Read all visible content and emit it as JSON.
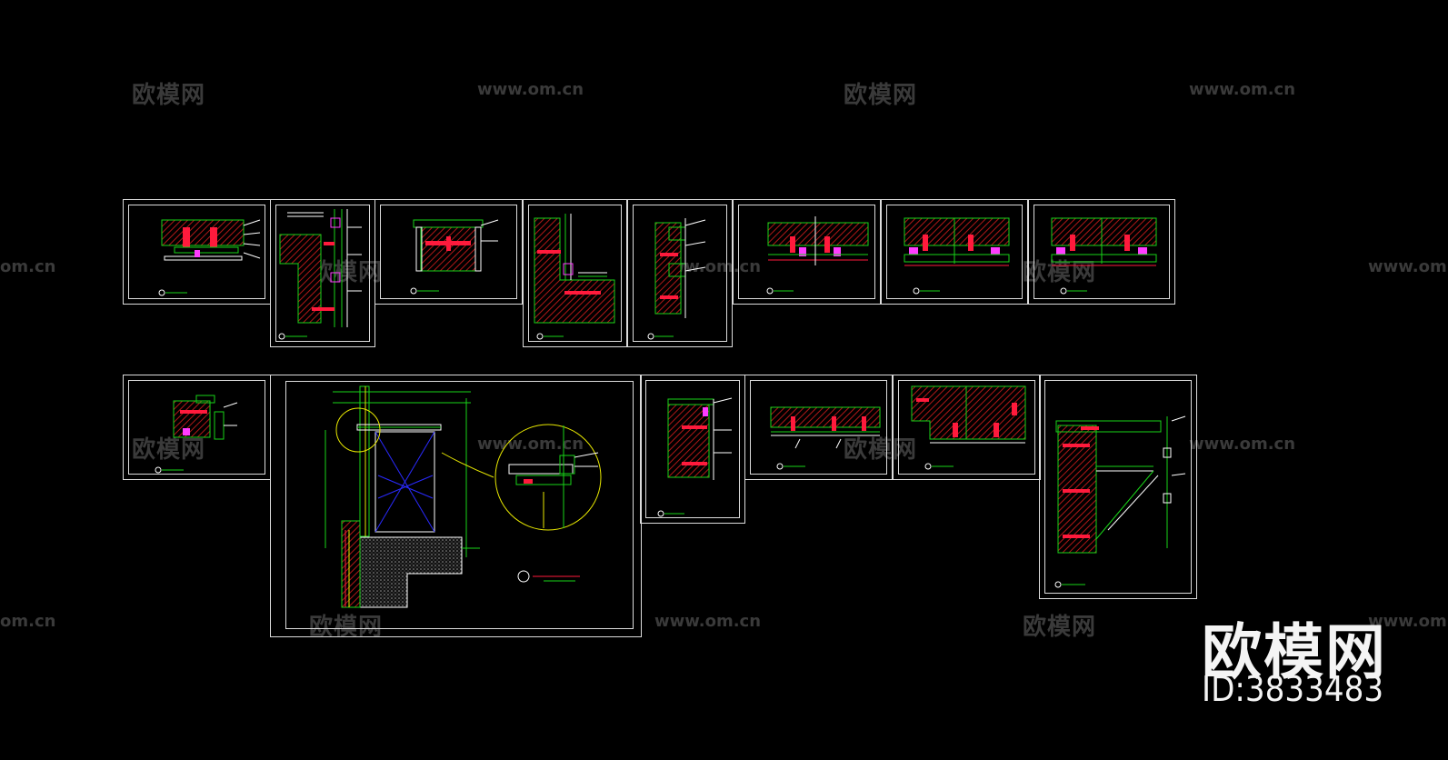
{
  "watermark": {
    "brand": "欧模网",
    "url": "www.om.cn",
    "url_fragment": "om.cn"
  },
  "brand_logo": {
    "name": "欧模网",
    "id_label": "ID:3833483"
  },
  "colors": {
    "background": "#000000",
    "frame": "#dcdcdc",
    "green": "#19d319",
    "red": "#ff1a3c",
    "hatch": "#b01818",
    "blue": "#2a2aff",
    "magenta": "#ff3cff",
    "yellow": "#e8e800",
    "cyan": "#00e5e5",
    "white": "#ffffff"
  },
  "drawing_sheets_row1": [
    "sheet-1",
    "sheet-2",
    "sheet-3",
    "sheet-4",
    "sheet-5",
    "sheet-6",
    "sheet-7",
    "sheet-8"
  ],
  "drawing_sheets_row2": [
    "sheet-9",
    "sheet-10",
    "sheet-11",
    "sheet-12",
    "sheet-13",
    "sheet-14"
  ]
}
